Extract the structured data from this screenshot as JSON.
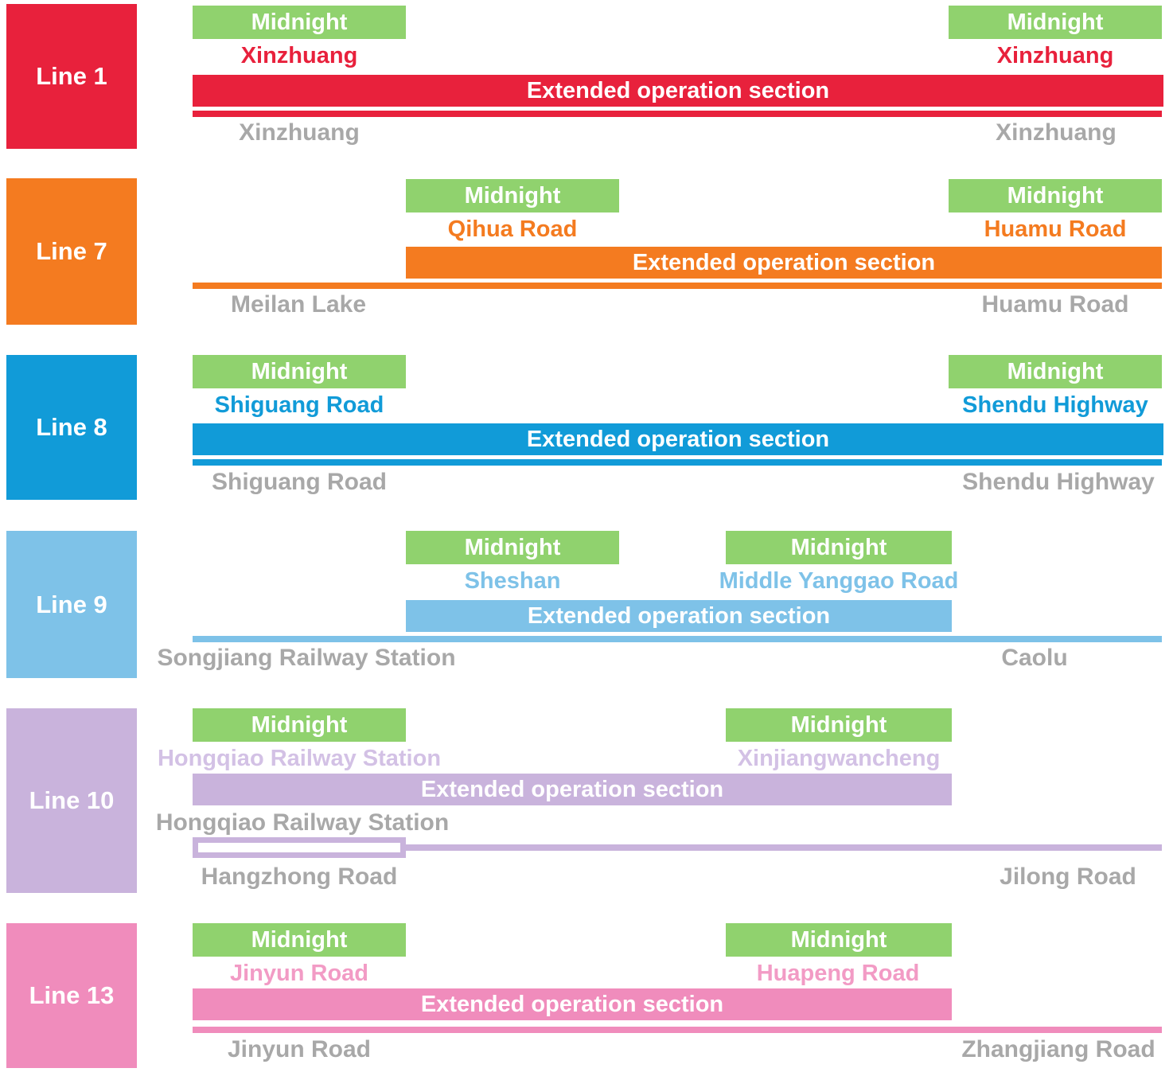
{
  "colors": {
    "midnight_badge": "#90D26E",
    "terminal_text": "#A8A8A8",
    "background": "#FFFFFF",
    "badge_text": "#FFFFFF",
    "bar_text": "#FFFFFF"
  },
  "rows": [
    {
      "line": "Line 1",
      "color": "#E8213C",
      "station_color": "#E8213C",
      "bar_label": "Extended operation section",
      "badges": [
        {
          "label": "Midnight",
          "station": "Xinzhuang"
        },
        {
          "label": "Midnight",
          "station": "Xinzhuang"
        }
      ],
      "terminals": [
        "Xinzhuang",
        "Xinzhuang"
      ]
    },
    {
      "line": "Line 7",
      "color": "#F47B20",
      "station_color": "#F47B20",
      "bar_label": "Extended operation section",
      "badges": [
        {
          "label": "Midnight",
          "station": "Qihua Road"
        },
        {
          "label": "Midnight",
          "station": "Huamu Road"
        }
      ],
      "terminals": [
        "Meilan Lake",
        "Huamu Road"
      ]
    },
    {
      "line": "Line 8",
      "color": "#119BD8",
      "station_color": "#119BD8",
      "bar_label": "Extended operation section",
      "badges": [
        {
          "label": "Midnight",
          "station": "Shiguang Road"
        },
        {
          "label": "Midnight",
          "station": "Shendu Highway"
        }
      ],
      "terminals": [
        "Shiguang Road",
        "Shendu Highway"
      ]
    },
    {
      "line": "Line 9",
      "color": "#7EC2E8",
      "station_color": "#7EC2E8",
      "bar_label": "Extended operation section",
      "badges": [
        {
          "label": "Midnight",
          "station": "Sheshan"
        },
        {
          "label": "Midnight",
          "station": "Middle Yanggao Road"
        }
      ],
      "terminals": [
        "Songjiang Railway Station",
        "Caolu"
      ]
    },
    {
      "line": "Line 10",
      "color": "#C9B3DC",
      "station_color": "#D3C1E5",
      "bar_label": "Extended operation section",
      "badges": [
        {
          "label": "Midnight",
          "station": "Hongqiao Railway Station"
        },
        {
          "label": "Midnight",
          "station": "Xinjiangwancheng"
        }
      ],
      "terminals": [
        "Hongqiao Railway Station",
        "Hangzhong Road",
        "Jilong Road"
      ]
    },
    {
      "line": "Line 13",
      "color": "#F08CBC",
      "station_color": "#F29BC5",
      "bar_label": "Extended operation section",
      "badges": [
        {
          "label": "Midnight",
          "station": "Jinyun Road"
        },
        {
          "label": "Midnight",
          "station": "Huapeng Road"
        }
      ],
      "terminals": [
        "Jinyun Road",
        "Zhangjiang Road"
      ]
    }
  ]
}
